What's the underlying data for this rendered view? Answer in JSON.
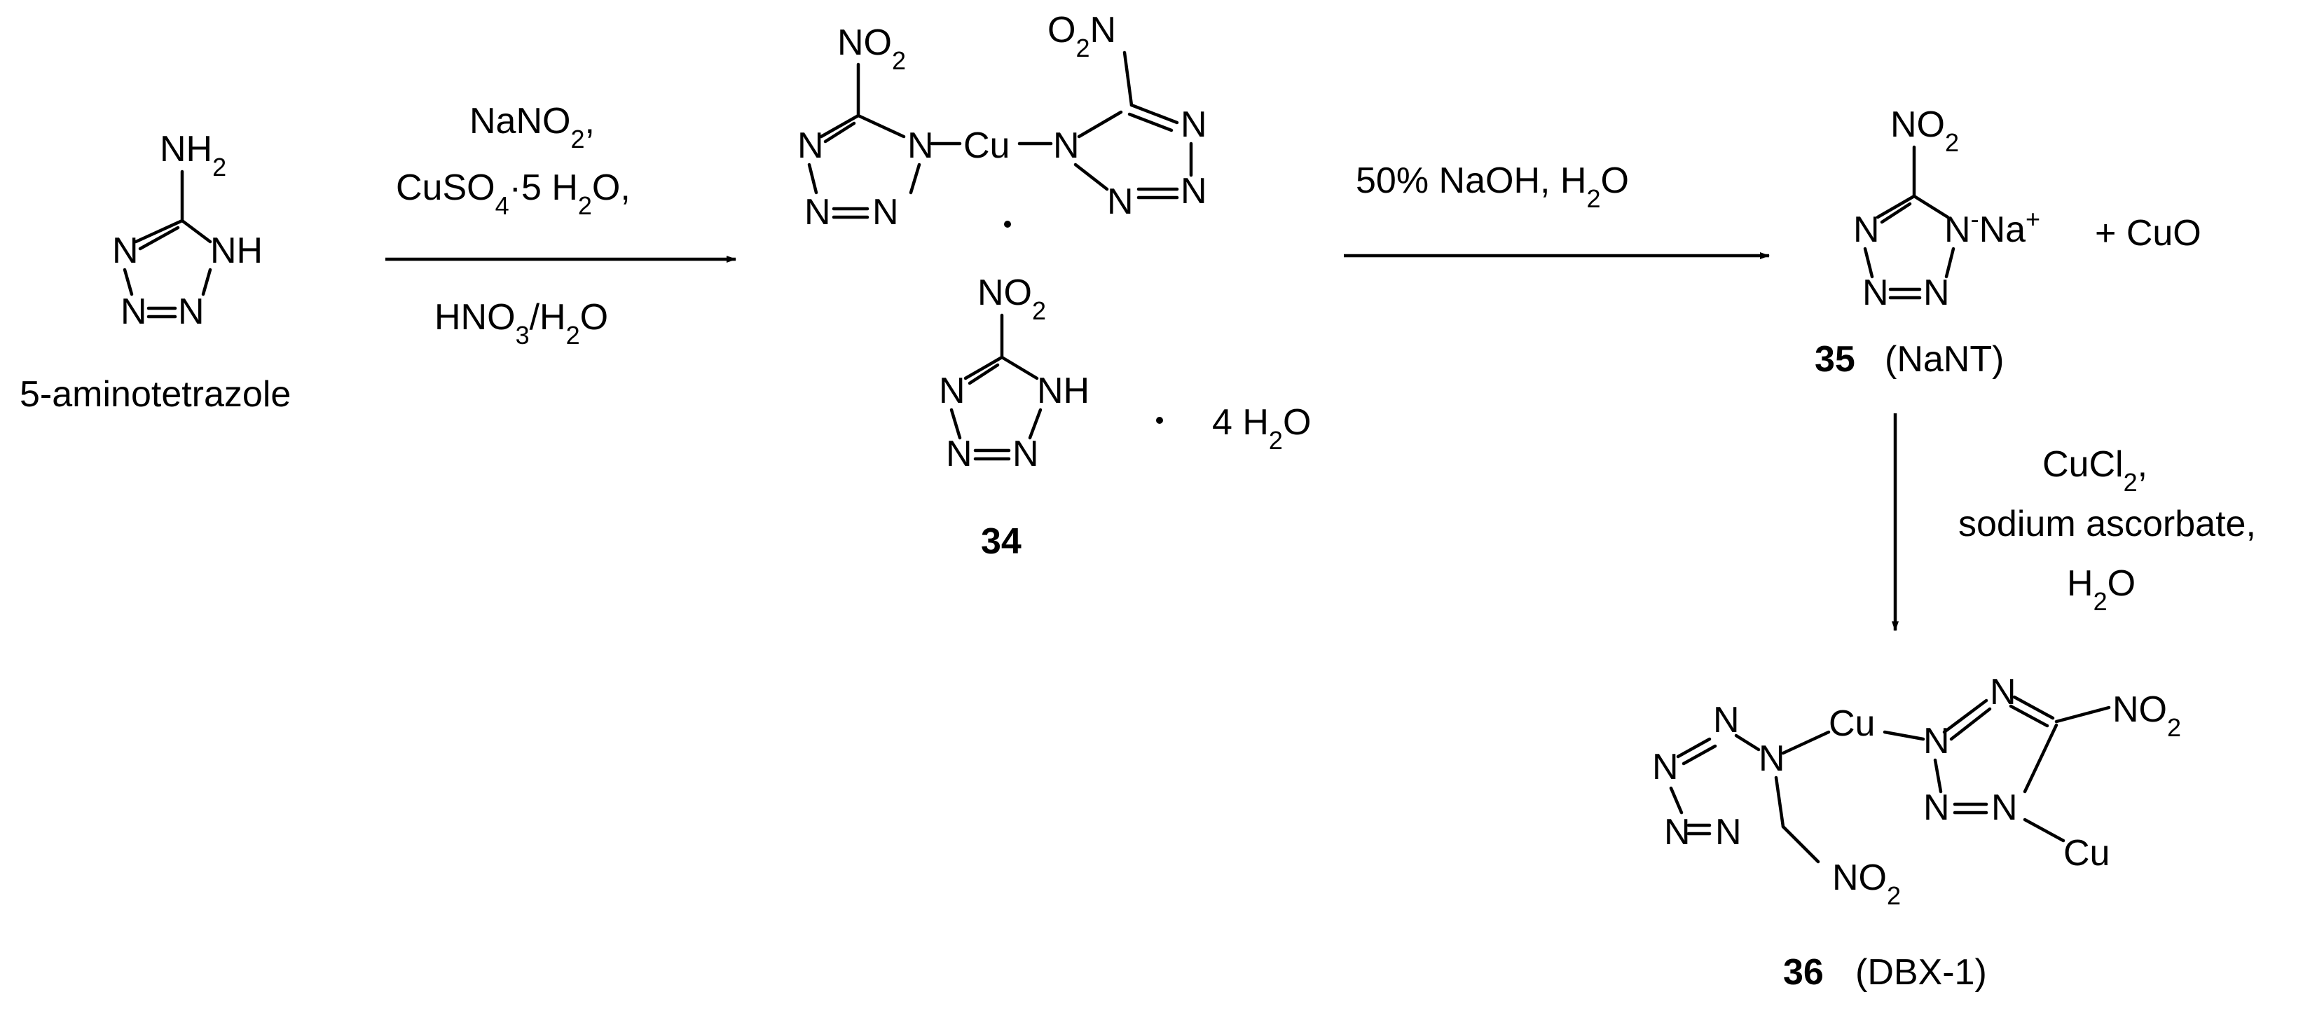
{
  "start": {
    "name": "5-aminotetrazole",
    "nh2": "NH2",
    "nh": "NH"
  },
  "step1": {
    "r1": "NaNO2,",
    "r2": "CuSO4·5 H2O,",
    "r3": "HNO3/H2O"
  },
  "cpd34": {
    "number": "34",
    "no2": "NO2",
    "cu": "Cu",
    "dot": "·",
    "hydrate": "· 4 H2O",
    "nh": "NH"
  },
  "step2": {
    "reagents": "50% NaOH, H2O"
  },
  "cpd35": {
    "number": "35",
    "name": "(NaNT)",
    "na": "Na+",
    "byproduct": "+ CuO"
  },
  "step3": {
    "r1": "CuCl2,",
    "r2": "sodium ascorbate,",
    "r3": "H2O"
  },
  "cpd36": {
    "number": "36",
    "name": "(DBX-1)",
    "cu": "Cu"
  },
  "colors": {
    "ink": "#000000",
    "background": "#ffffff"
  }
}
